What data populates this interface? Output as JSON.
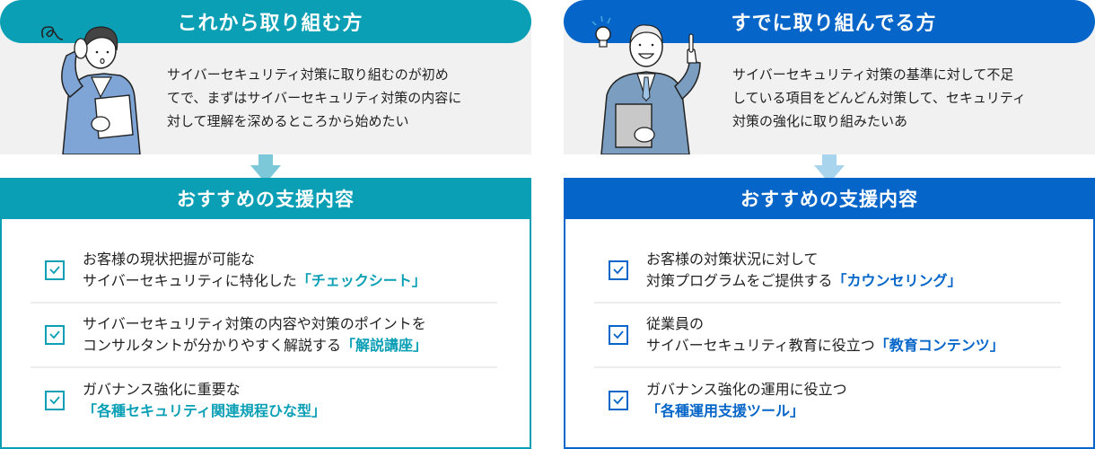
{
  "colors": {
    "teal": "#0a9fb5",
    "blue": "#0565c8",
    "teal_arrow": "#7cc8d8",
    "blue_arrow": "#a8d4ee",
    "grey_bg": "#f1f1f1",
    "divider": "#ededed"
  },
  "left": {
    "header": "これから取り組む方",
    "illustration": "worried-businesswoman-icon",
    "intro_lines": [
      "サイバーセキュリティ対策に取り組むのが初め",
      "てで、まずはサイバーセキュリティ対策の内容に",
      "対して理解を深めるところから始めたい"
    ],
    "banner": "おすすめの支援内容",
    "items": [
      {
        "line1": "お客様の現状把握が可能な",
        "line2": "サイバーセキュリティに特化した",
        "highlight": "「チェックシート」"
      },
      {
        "line1": "サイバーセキュリティ対策の内容や対策のポイントを",
        "line2": "コンサルタントが分かりやすく解説する",
        "highlight": "「解説講座」"
      },
      {
        "line1": "ガバナンス強化に重要な",
        "line2": "",
        "highlight": "「各種セキュリティ関連規程ひな型」"
      }
    ]
  },
  "right": {
    "header": "すでに取り組んでる方",
    "illustration": "confident-businessman-lightbulb-icon",
    "intro_lines": [
      "サイバーセキュリティ対策の基準に対して不足",
      "している項目をどんどん対策して、セキュリティ",
      "対策の強化に取り組みたいあ"
    ],
    "banner": "おすすめの支援内容",
    "items": [
      {
        "line1": "お客様の対策状況に対して",
        "line2": "対策プログラムをご提供する",
        "highlight": "「カウンセリング」"
      },
      {
        "line1": "従業員の",
        "line2": "サイバーセキュリティ教育に役立つ",
        "highlight": "「教育コンテンツ」"
      },
      {
        "line1": "ガバナンス強化の運用に役立つ",
        "line2": "",
        "highlight": "「各種運用支援ツール」"
      }
    ]
  }
}
